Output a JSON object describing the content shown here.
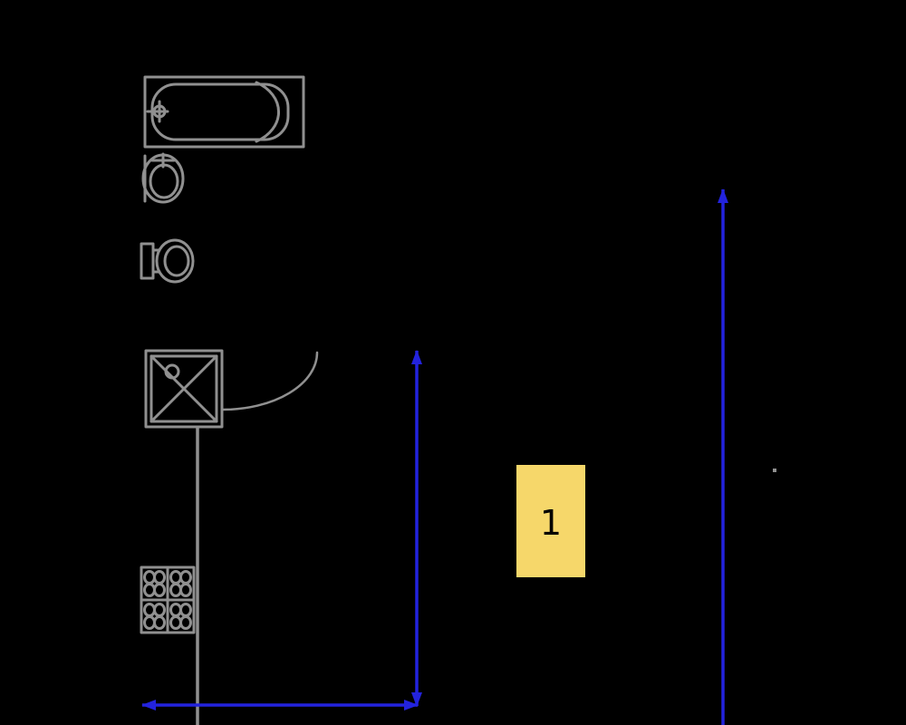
{
  "room_label": {
    "text": "1"
  },
  "colors": {
    "background": "#000000",
    "drawing": "#909090",
    "dimension": "#2323dd",
    "room_fill": "#f6d76a",
    "room_text": "#000000"
  },
  "symbols": {
    "bathtub": "bathtub-icon",
    "washbasin": "washbasin-icon",
    "toilet": "toilet-icon",
    "shower": "shower-icon",
    "door_swing": "door-swing-arc-icon",
    "glass_blocks": "glass-block-icon",
    "wall": "wall-line",
    "dimension_arrows": [
      "vertical-dimension-arrow",
      "horizontal-dimension-arrow",
      "tall-vertical-dimension-arrow"
    ]
  }
}
